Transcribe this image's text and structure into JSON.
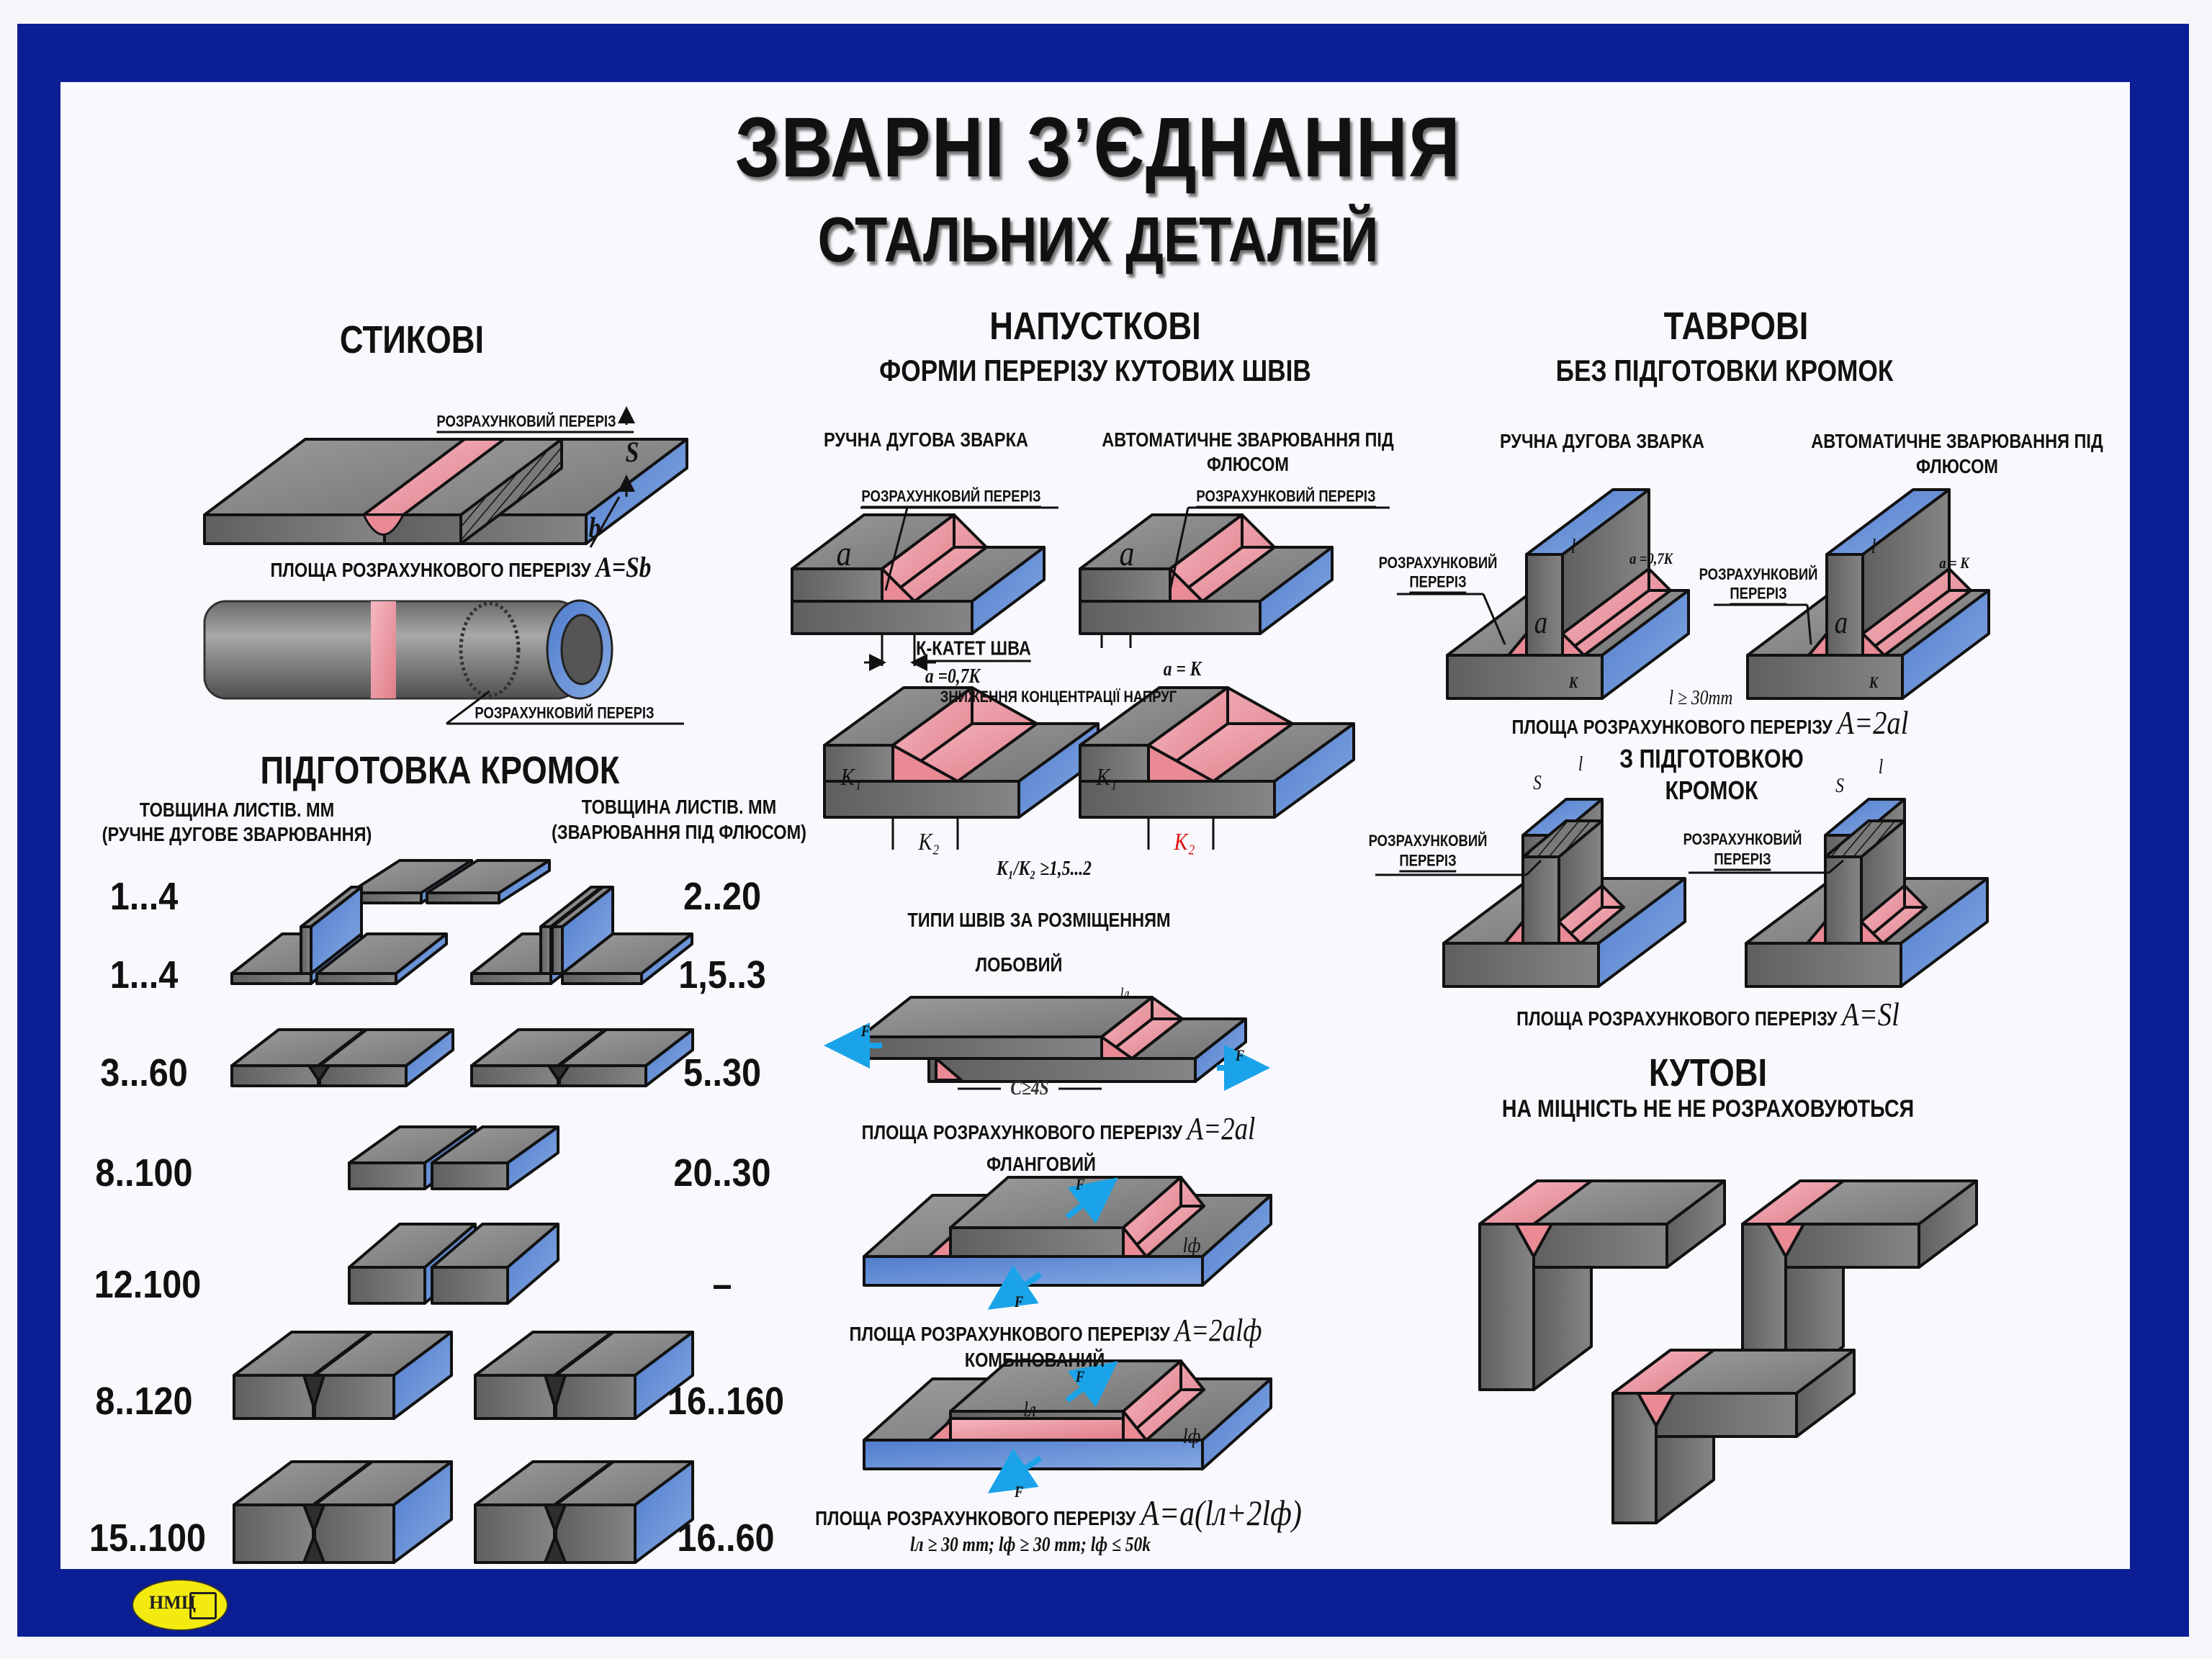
{
  "title": {
    "line1": "ЗВАРНІ З’ЄДНАННЯ",
    "line2": "СТАЛЬНИХ ДЕТАЛЕЙ"
  },
  "colors": {
    "frame": "#0b1e93",
    "steel": "#7d7d7d",
    "edge": "#5b86cf",
    "weld": "#e98a95",
    "arrow": "#1aa3e8",
    "logo": "#f3ea10"
  },
  "butt": {
    "heading": "СТИКОВІ",
    "section_label": "РОЗРАХУНКОВИЙ ПЕРЕРІЗ",
    "s_label": "S",
    "b_label": "b",
    "area_text": "ПЛОЩА РОЗРАХУНКОВОГО ПЕРЕРІЗУ",
    "area_formula": "A=Sb",
    "pipe_section_label": "РОЗРАХУНКОВИЙ ПЕРЕРІЗ"
  },
  "edge_prep": {
    "heading": "ПІДГОТОВКА КРОМОК",
    "left_header": [
      "ТОВЩИНА ЛИСТІВ. ММ",
      "(РУЧНЕ ДУГОВЕ ЗВАРЮВАННЯ)"
    ],
    "right_header": [
      "ТОВЩИНА ЛИСТІВ. ММ",
      "(ЗВАРЮВАННЯ ПІД ФЛЮСОМ)"
    ],
    "rows": [
      {
        "manual": "1...4",
        "flux": "2..20"
      },
      {
        "manual": "1...4",
        "flux": "1,5..3"
      },
      {
        "manual": "3...60",
        "flux": "5..30"
      },
      {
        "manual": "8..100",
        "flux": "20..30"
      },
      {
        "manual": "12.100",
        "flux": "–"
      },
      {
        "manual": "8..120",
        "flux": "16..160"
      },
      {
        "manual": "15..100",
        "flux": "16..60"
      }
    ]
  },
  "lap": {
    "heading": "НАПУСТКОВІ",
    "subheading": "ФОРМИ ПЕРЕРІЗУ КУТОВИХ ШВІВ",
    "manual": "РУЧНА ДУГОВА ЗВАРКА",
    "auto": [
      "АВТОМАТИЧНЕ ЗВАРЮВАННЯ ПІД",
      "ФЛЮСОМ"
    ],
    "section_label": "РОЗРАХУНКОВИЙ ПЕРЕРІЗ",
    "a": "a",
    "leg_label": "К-КАТЕТ ШВА",
    "manual_formula": "a =0,7K",
    "auto_formula": "a = K",
    "stress_label": "ЗНИЖЕННЯ КОНЦЕНТРАЦІЇ НАПРУГ",
    "k1": "K₁",
    "k2": "K₂",
    "ratio": "K₁/K₂ ≥1,5...2",
    "types_heading": "ТИПИ ШВІВ ЗА РОЗМІЩЕННЯМ",
    "frontal": "ЛОБОВИЙ",
    "force": "F",
    "gap": "C≥4S",
    "l_front": "lл",
    "l_flank": "lф",
    "area_text": "ПЛОЩА РОЗРАХУНКОВОГО ПЕРЕРІЗУ",
    "frontal_formula": "A=2al",
    "flank": "ФЛАНГОВИЙ",
    "flank_formula": "A=2alф",
    "combined": "КОМБІНОВАНИЙ",
    "combined_formula": "A=a(lл+2lф)",
    "conditions": "lл ≥ 30 mm; lф ≥ 30 mm; lф ≤ 50k"
  },
  "tee": {
    "heading": "ТАВРОВІ",
    "subheading": "БЕЗ ПІДГОТОВКИ КРОМОК",
    "manual": "РУЧНА ДУГОВА ЗВАРКА",
    "auto": [
      "АВТОМАТИЧНЕ ЗВАРЮВАННЯ ПІД",
      "ФЛЮСОМ"
    ],
    "section_label": [
      "РОЗРАХУНКОВИЙ",
      "ПЕРЕРІЗ"
    ],
    "manual_formula": "a =0,7K",
    "auto_formula": "a = K",
    "a": "a",
    "k": "K",
    "l": "l",
    "s": "S",
    "length_cond": "l ≥ 30mm",
    "area_text": "ПЛОЩА РОЗРАХУНКОВОГО ПЕРЕРІЗУ",
    "formula_no_prep": "A=2al",
    "prep_heading": [
      "З ПІДГОТОВКОЮ",
      "КРОМОК"
    ],
    "formula_prep": "A=Sl"
  },
  "corner": {
    "heading": "КУТОВІ",
    "subheading": "НА МІЦНІСТЬ НЕ НЕ РОЗРАХОВУЮТЬСЯ"
  },
  "logo": {
    "text": "НМЦ"
  }
}
